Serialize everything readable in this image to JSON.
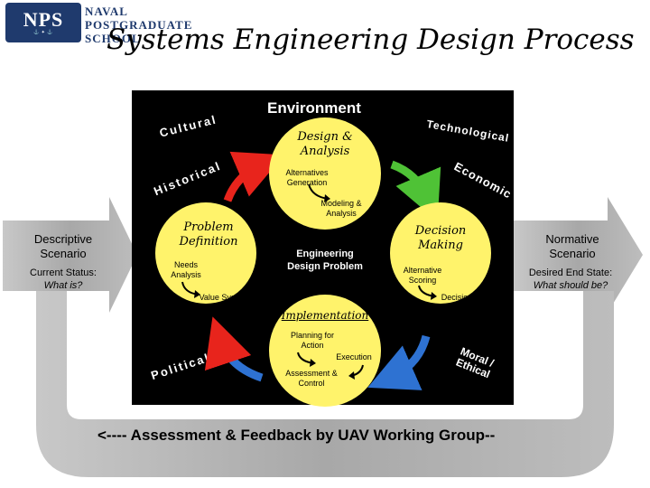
{
  "logo": {
    "seal": "NPS",
    "line1": "NAVAL",
    "line2": "POSTGRADUATE",
    "line3": "SCHOOL"
  },
  "title": "Systems Engineering Design Process",
  "environment": {
    "title": "Environment",
    "factors": [
      "Cultural",
      "Technological",
      "Economic",
      "Historical",
      "Political",
      "Moral / Ethical"
    ]
  },
  "design_analysis": {
    "title_line1": "Design &",
    "title_line2": "Analysis",
    "steps": [
      "Alternatives Generation",
      "Modeling & Analysis"
    ]
  },
  "problem_definition": {
    "title_line1": "Problem",
    "title_line2": "Definition",
    "steps": [
      "Needs Analysis",
      "Value System Design"
    ]
  },
  "decision_making": {
    "title_line1": "Decision",
    "title_line2": "Making",
    "steps": [
      "Alternative Scoring",
      "Decision"
    ]
  },
  "implementation": {
    "title": "Implementation",
    "steps": [
      "Planning for Action",
      "Execution",
      "Assessment & Control"
    ]
  },
  "center": {
    "line1": "Engineering",
    "line2": "Design Problem"
  },
  "descriptive": {
    "title": "Descriptive Scenario",
    "status_label": "Current Status:",
    "status_value": "What is?"
  },
  "normative": {
    "title": "Normative Scenario",
    "status_label": "Desired End State:",
    "status_value": "What should be?"
  },
  "feedback": "<---- Assessment & Feedback by UAV Working Group--",
  "colors": {
    "circle": "#fff36b",
    "panel": "#000000",
    "arrow_gray": "#b4b4b4",
    "arrow_red": "#e8241c",
    "arrow_green": "#4fc236",
    "arrow_blue": "#2e72d2",
    "title_blue": "#1f3a6d"
  }
}
